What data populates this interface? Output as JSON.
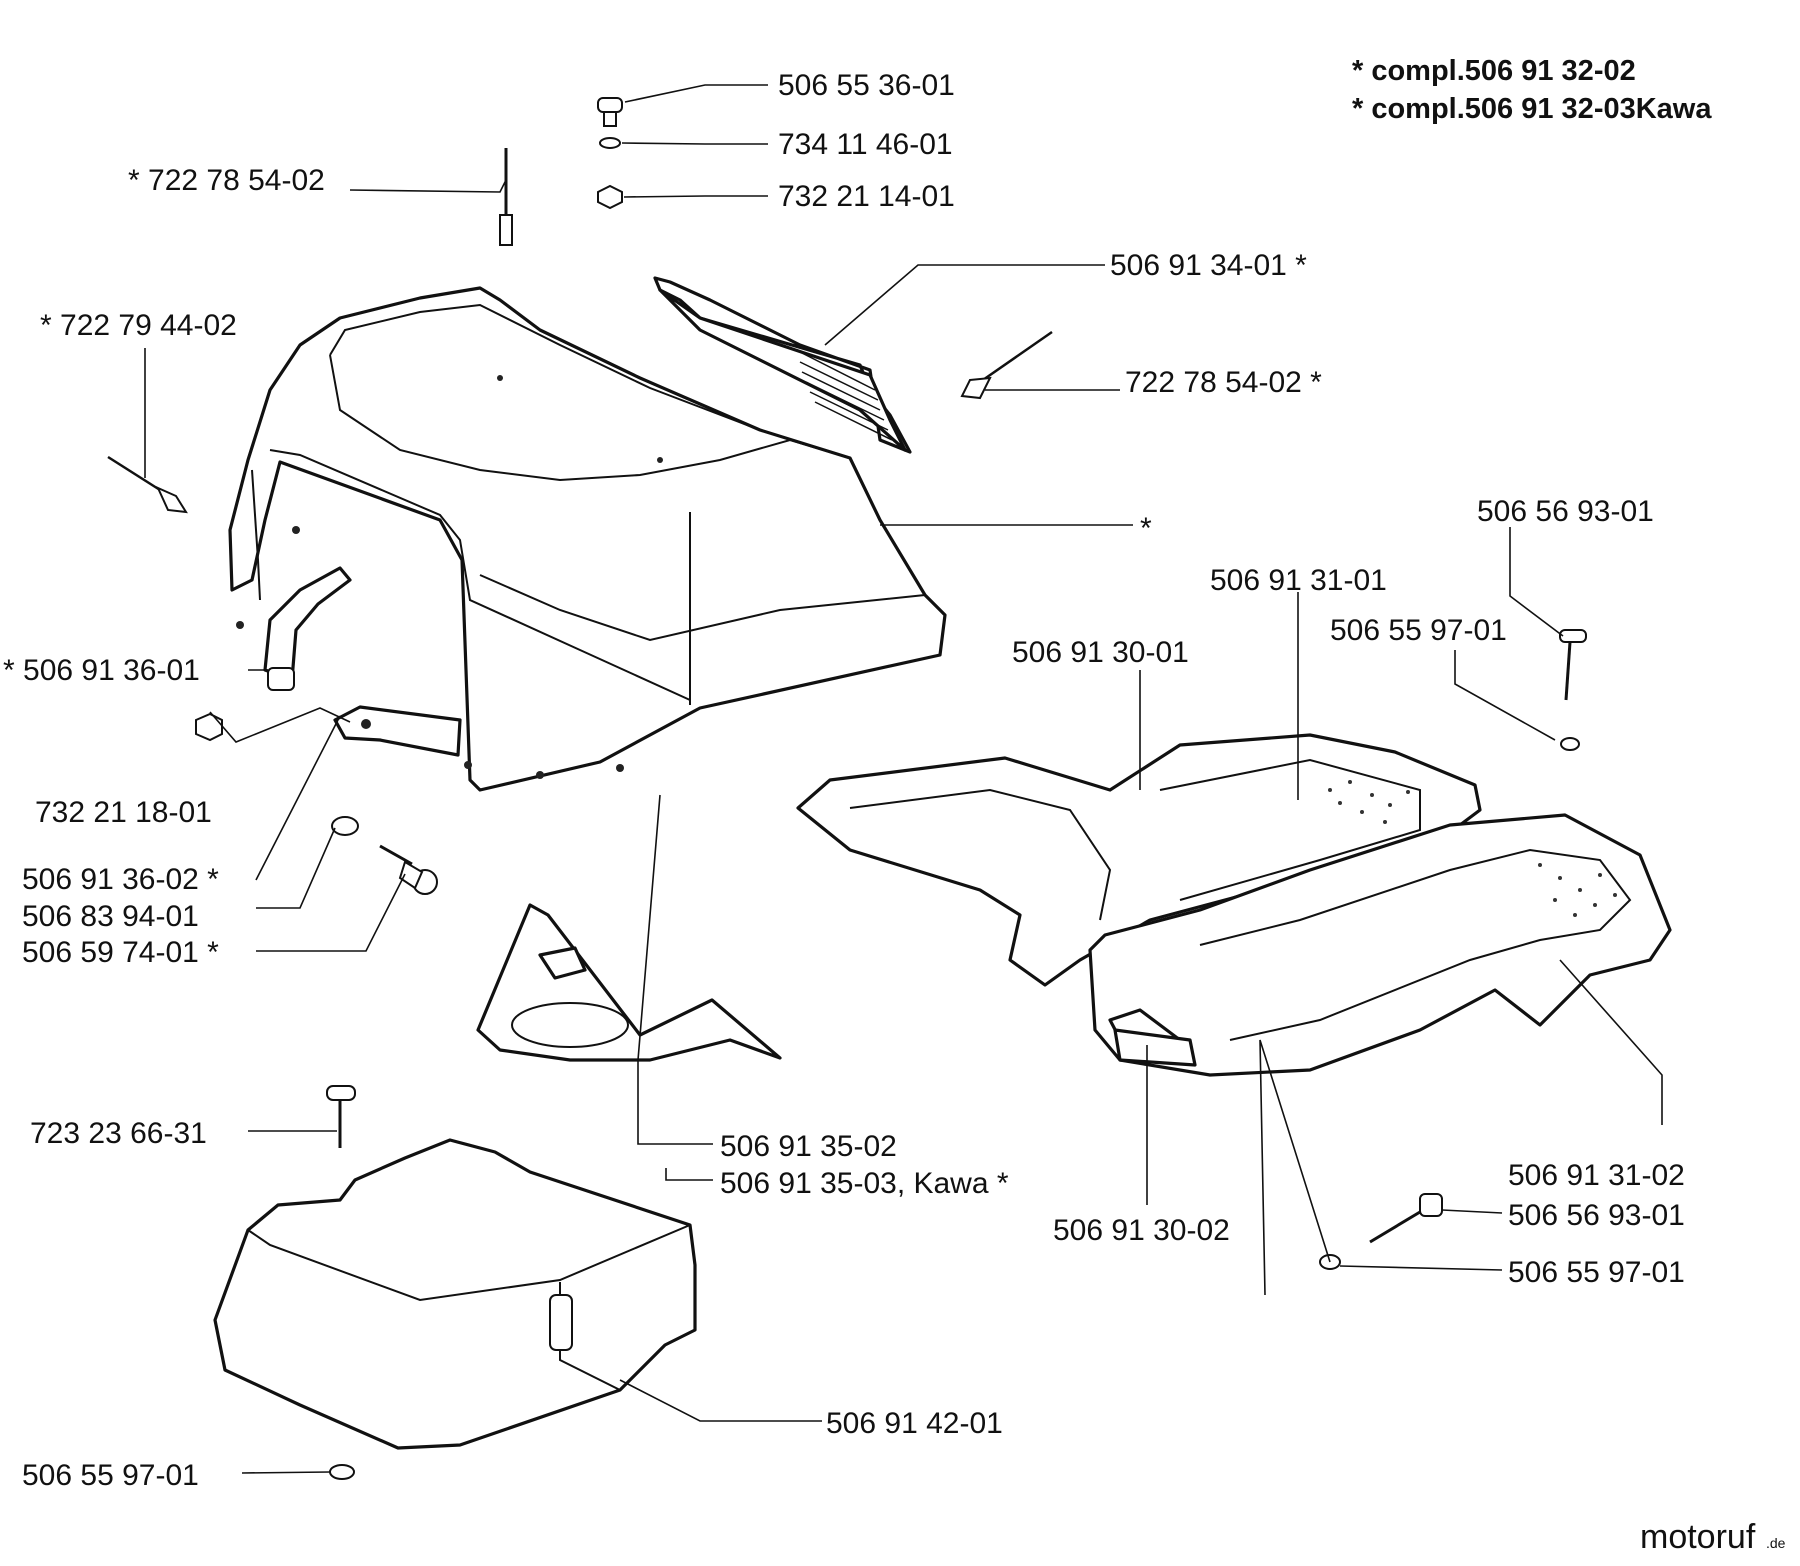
{
  "header": {
    "line1": "* compl.506 91 32-02",
    "line2": "* compl.506 91 32-03Kawa"
  },
  "labels": {
    "l01": "506 55 36-01",
    "l02": "734 11 46-01",
    "l03": "732 21 14-01",
    "l04": "* 722 78 54-02",
    "l05": "506 91 34-01 *",
    "l06": "* 722 79 44-02",
    "l07": "722 78 54-02 *",
    "l08": "*",
    "l09": "506 56 93-01",
    "l10": "506 91 31-01",
    "l11": "506 55 97-01",
    "l12": "506 91 30-01",
    "l13": "* 506 91 36-01",
    "l14": "732 21 18-01",
    "l15": "506 91 36-02 *",
    "l16": "506 83 94-01",
    "l17": "506 59 74-01 *",
    "l18": "723 23 66-31",
    "l19": "506 91 35-02",
    "l20": "506 91 35-03, Kawa *",
    "l21": "506 91 31-02",
    "l22": "506 56 93-01",
    "l23": "506 91 30-02",
    "l24": "506 55 97-01",
    "l25": "506 91 42-01",
    "l26": "506 55 97-01"
  },
  "watermark": {
    "brand": "motoruf",
    "tld": ".de"
  }
}
